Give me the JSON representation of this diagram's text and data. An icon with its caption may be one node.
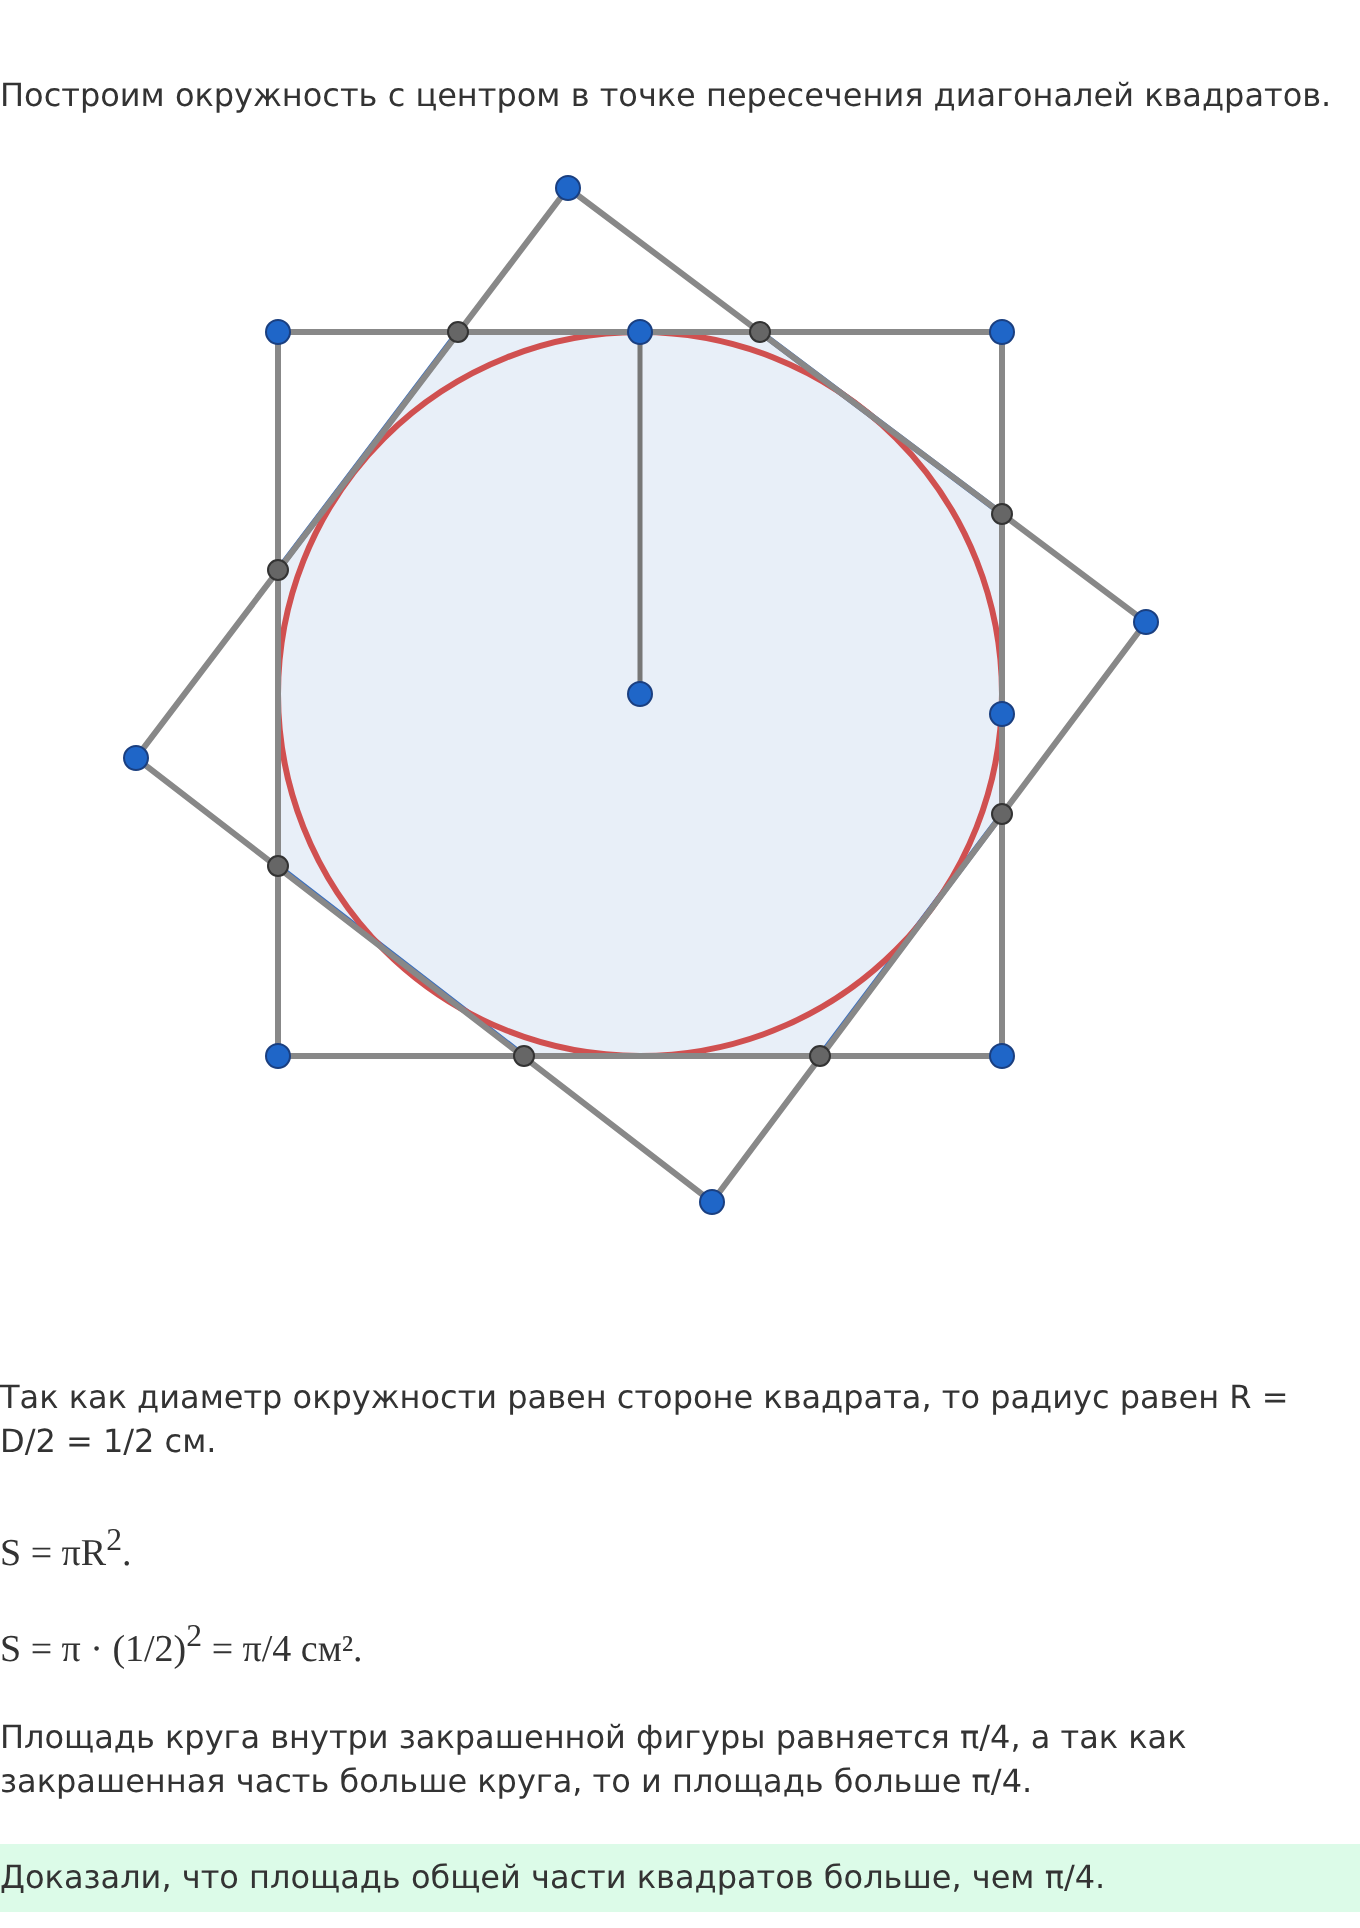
{
  "diagram": {
    "labels": [
      "Построим окружность с центром в точке пересечения диагоналей квадратов.",
      "Так как диаметр окружности равен стороне квадрата, то радиус равен R = D/2 = 1/2 см.",
      "S = πR$^{2}$.",
      "S = π · (1/2)$^{2}$ = π/4 см².",
      "Площадь круга внутри закрашенной фигуры равняется π/4, а так как закрашенная часть больше круга, то и площадь больше π/4.",
      "Доказали, что площадь общей части квадратов больше, чем π/4."
    ]
  }
}
